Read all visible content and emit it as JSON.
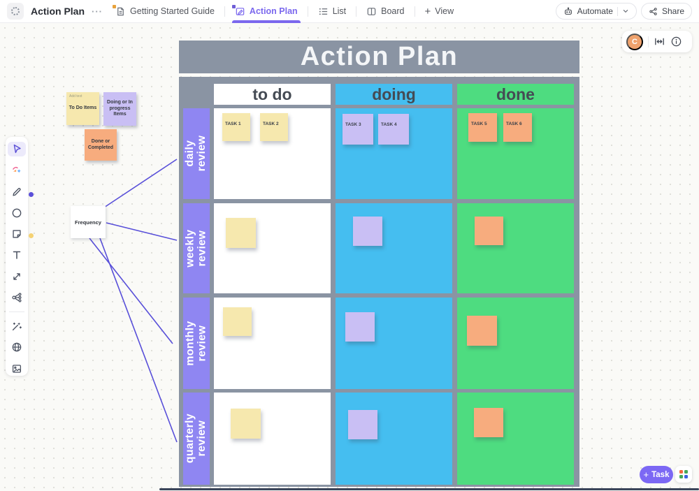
{
  "colors": {
    "accent": "#7B68EE",
    "board_gray": "#8A94A3",
    "column_blue": "#45BEF0",
    "column_green": "#4EDC80",
    "row_purple": "#8F86F2",
    "sticky_yellow": "#F6E8AE",
    "sticky_purple": "#C9BFF4",
    "sticky_orange": "#F7AC7E",
    "avatar_orange": "#EFA26D",
    "connector_purple": "#584FD9",
    "canvas_bg": "#FAFAF7",
    "header_text": "#292D34",
    "tab_text": "#52555C"
  },
  "header": {
    "title": "Action Plan",
    "more": "···",
    "tabs": [
      {
        "label": "Getting Started Guide"
      },
      {
        "label": "Action Plan"
      },
      {
        "label": "List"
      },
      {
        "label": "Board"
      }
    ],
    "view_tab": {
      "plus": "+",
      "label": "View"
    },
    "automate_label": "Automate",
    "share_label": "Share"
  },
  "floating_toolbar": {
    "avatar_initial": "C"
  },
  "legend": {
    "hint": "Add text",
    "todo": "To Do Items",
    "doing": "Doing or In progress Items",
    "done": "Done or Completed"
  },
  "frequency_label": "Frequency",
  "board": {
    "title": "Action Plan",
    "columns": [
      {
        "label": "to do"
      },
      {
        "label": "doing"
      },
      {
        "label": "done"
      }
    ],
    "rows": [
      {
        "label": "daily review"
      },
      {
        "label": "weekly review"
      },
      {
        "label": "monthly review"
      },
      {
        "label": "quarterly review"
      }
    ],
    "tasks": [
      {
        "label": "TASK 1"
      },
      {
        "label": "TASK 2"
      },
      {
        "label": "TASK 3"
      },
      {
        "label": "TASK 4"
      },
      {
        "label": "TASK 5"
      },
      {
        "label": "TASK 6"
      }
    ]
  },
  "footer": {
    "task_button": "Task",
    "plus": "+"
  }
}
